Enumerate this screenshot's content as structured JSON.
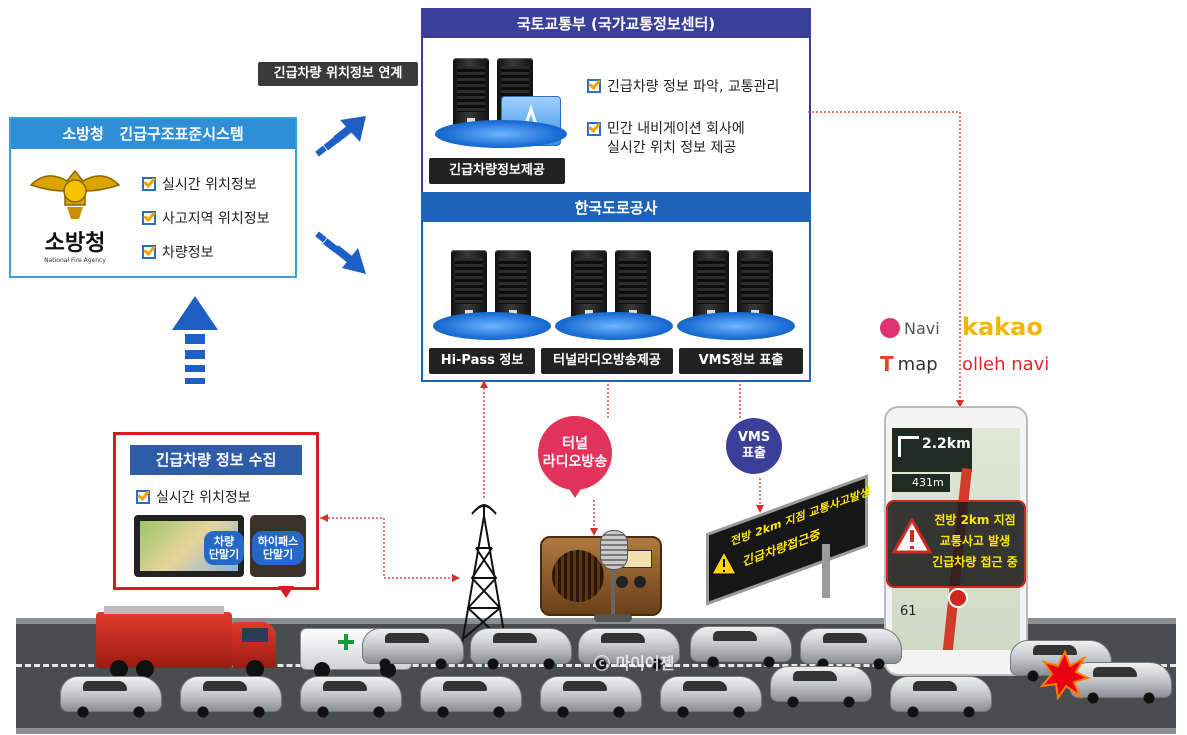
{
  "fire_agency": {
    "header": "소방청   긴급구조표준시스템",
    "logo_text": "소방청",
    "logo_sub": "National Fire Agency",
    "items": [
      "실시간 위치정보",
      "사고지역 위치정보",
      "차량정보"
    ]
  },
  "link_label": "긴급차량 위치정보 연계",
  "molit": {
    "header": "국토교통부 (국가교통정보센터)",
    "server_label": "긴급차량정보제공",
    "items": [
      "긴급차량 정보 파악, 교통관리",
      "민간 내비게이션 회사에\n실시간 위치 정보 제공"
    ]
  },
  "expressway": {
    "header": "한국도로공사",
    "labels": [
      "Hi-Pass 정보",
      "터널라디오방송제공",
      "VMS정보 표출"
    ]
  },
  "collect": {
    "header": "긴급차량 정보 수집",
    "item": "실시간 위치정보",
    "device1": "차량\n단말기",
    "device2": "하이패스\n단말기"
  },
  "radio_bubble": "터널\n라디오방송",
  "vms_bubble": "VMS\n표출",
  "vms_sign": {
    "line1": "전방 2km 지점 교통사고발생",
    "line2": "긴급차량접근중"
  },
  "nav_brands": [
    "Navi",
    "kakao",
    "map",
    "olleh navi"
  ],
  "phone": {
    "distance": "2.2km",
    "distance2": "431m",
    "bottom_num": "61",
    "alert": "전방 2km 지점\n교통사고 발생\n긴급차량 접근 중"
  },
  "watermark": "ⓒ 마이어젠",
  "colors": {
    "blue_header": "#2f5fb8",
    "dark_blue_header": "#2c3e94",
    "arrow_blue": "#1d5fc4",
    "link_red": "#d9302c",
    "radio_pink": "#e2335c",
    "vms_purple": "#3a3f97",
    "alert_yellow": "#ffe600"
  }
}
